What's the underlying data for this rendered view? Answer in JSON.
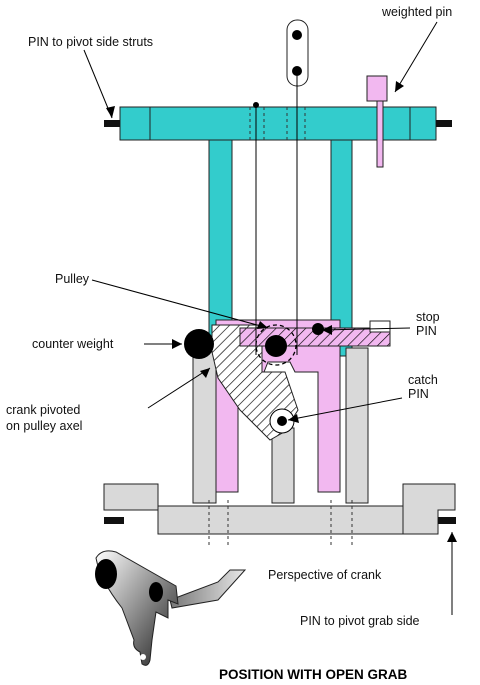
{
  "labels": {
    "pin_side_struts": "PIN to pivot side struts",
    "weighted_pin": "weighted pin",
    "pulley": "Pulley",
    "stop_pin_1": "stop",
    "stop_pin_2": "PIN",
    "counter_weight": "counter weight",
    "catch_pin_1": "catch",
    "catch_pin_2": "PIN",
    "crank_pivoted_1": "crank pivoted",
    "crank_pivoted_2": "on pulley axel",
    "perspective": "Perspective of crank",
    "pin_grab_side": "PIN to pivot grab side",
    "caption": "POSITION WITH OPEN GRAB"
  },
  "colors": {
    "cyan": "#33cccc",
    "pink": "#f2b8f0",
    "gray": "#d9d9d9",
    "outline": "#222222"
  }
}
